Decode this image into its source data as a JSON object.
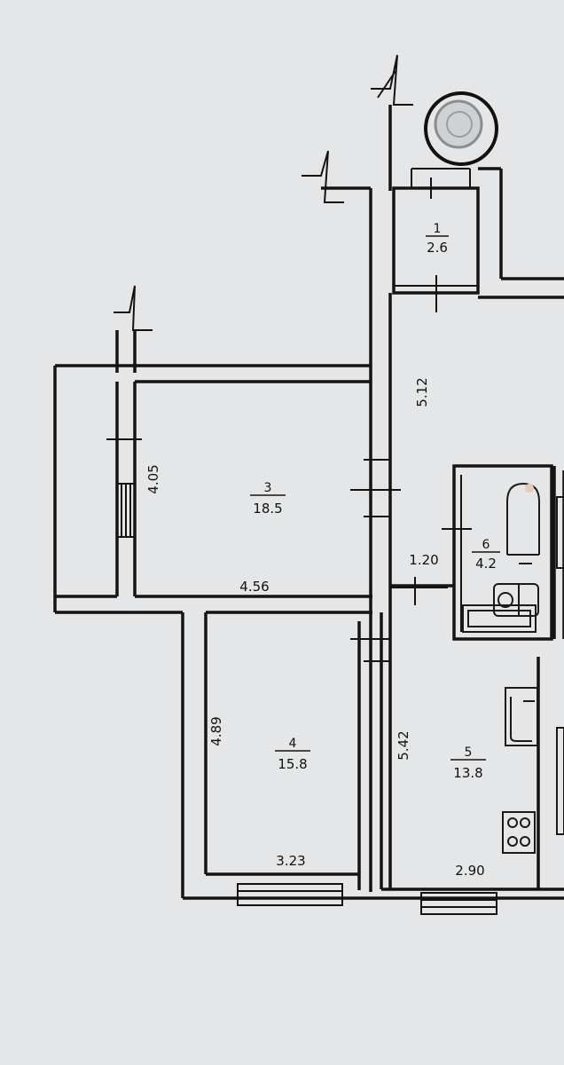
{
  "rooms": [
    {
      "number": "1",
      "area": "2.6"
    },
    {
      "number": "3",
      "area": "18.5"
    },
    {
      "number": "4",
      "area": "15.8"
    },
    {
      "number": "5",
      "area": "13.8"
    },
    {
      "number": "6",
      "area": "4.2"
    }
  ],
  "dimensions": {
    "corridor_length": "5.12",
    "room3_width": "4.05",
    "room3_length": "4.56",
    "room4_length": "4.89",
    "room4_width": "3.23",
    "kitchen_length": "5.42",
    "kitchen_width": "2.90",
    "passage_width": "1.20"
  }
}
